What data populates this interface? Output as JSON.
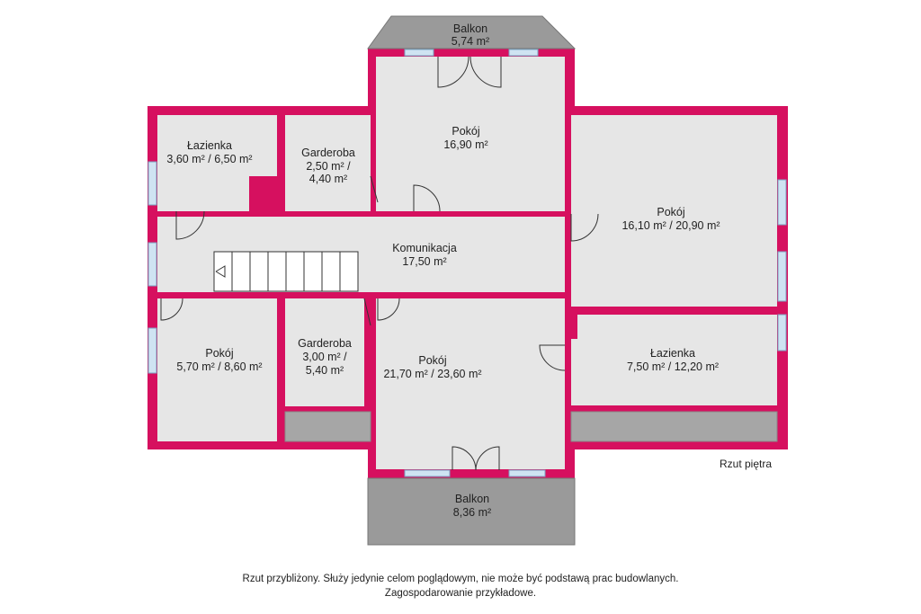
{
  "caption": "Rzut piętra",
  "disclaimer": [
    "Rzut przybliżony. Służy jedynie celom poglądowym, nie może być podstawą prac budowlanych.",
    "Zagospodarowanie przykładowe."
  ],
  "rooms": {
    "balkon_top": {
      "name": "Balkon",
      "area": "5,74 m²"
    },
    "pokoj_top": {
      "name": "Pokój",
      "area": "16,90 m²"
    },
    "lazienka_left": {
      "name": "Łazienka",
      "area": "3,60 m² / 6,50 m²"
    },
    "garderoba_top": {
      "name": "Garderoba",
      "area1": "2,50 m² /",
      "area2": "4,40 m²"
    },
    "pokoj_right": {
      "name": "Pokój",
      "area": "16,10 m² /  20,90 m²"
    },
    "komunikacja": {
      "name": "Komunikacja",
      "area": "17,50 m²"
    },
    "pokoj_left": {
      "name": "Pokój",
      "area": "5,70 m² /  8,60 m²"
    },
    "garderoba_bot": {
      "name": "Garderoba",
      "area1": "3,00 m² /",
      "area2": "5,40 m²"
    },
    "pokoj_center": {
      "name": "Pokój",
      "area": "21,70 m² /  23,60 m²"
    },
    "lazienka_right": {
      "name": "Łazienka",
      "area": "7,50 m² / 12,20 m²"
    },
    "balkon_bottom": {
      "name": "Balkon",
      "area": "8,36 m²"
    }
  },
  "colors": {
    "wall": "#d6105f",
    "floor": "#e6e6e6",
    "balcony": "#9a9a9a",
    "window": "#cfe3f2"
  }
}
